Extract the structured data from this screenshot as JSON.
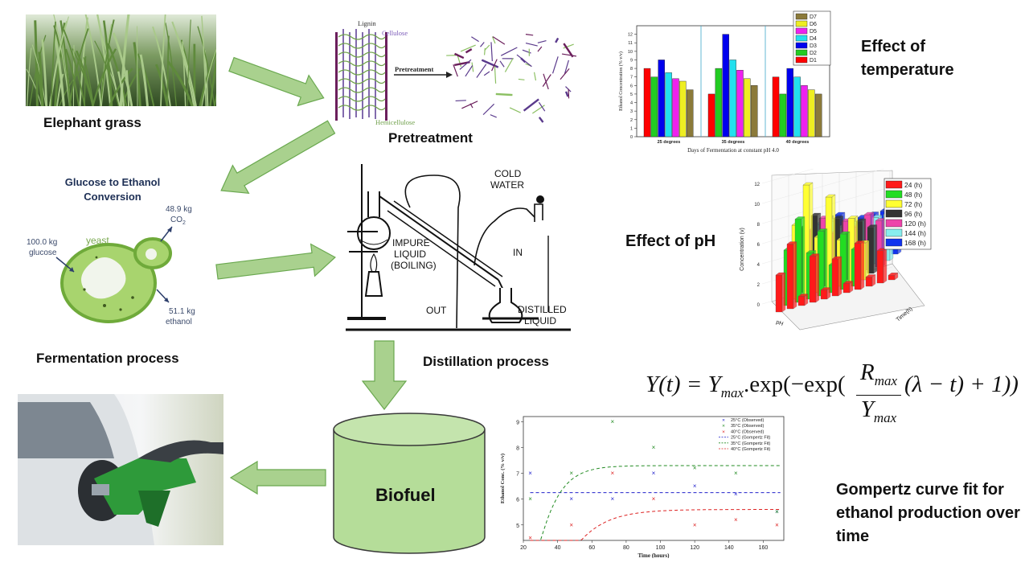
{
  "labels": {
    "elephant_grass": "Elephant grass",
    "pretreatment": "Pretreatment",
    "effect_temperature": "Effect of temperature",
    "fermentation": "Fermentation process",
    "distillation": "Distillation process",
    "effect_ph": "Effect of pH",
    "biofuel": "Biofuel",
    "gompertz": "Gompertz curve fit for ethanol production over time"
  },
  "equation": {
    "lhs": "Y(t) = Y",
    "sub_max": "max",
    "mid": ".exp(−exp(",
    "num": "R",
    "num_sub": "max",
    "den": "Y",
    "den_sub": "max",
    "tail": "(λ − t) + 1))"
  },
  "pretreatment_diagram": {
    "lignin": "Lignin",
    "cellulose": "Cellulose",
    "hemicellulose": "Hemicellulose",
    "arrow_label": "Pretreatment"
  },
  "fermentation_diagram": {
    "title_line1": "Glucose to Ethanol",
    "title_line2": "Conversion",
    "yeast": "yeast",
    "glucose_line1": "100.0 kg",
    "glucose_line2": "glucose",
    "co2_line1": "48.9 kg",
    "co2_line2": "CO",
    "co2_sub": "2",
    "ethanol_line1": "51.1 kg",
    "ethanol_line2": "ethanol"
  },
  "distillation_diagram": {
    "cold_water_1": "COLD",
    "cold_water_2": "WATER",
    "in": "IN",
    "out": "OUT",
    "impure_1": "IMPURE",
    "impure_2": "LIQUID",
    "impure_3": "(BOILING)",
    "distilled_1": "DISTILLED",
    "distilled_2": "LIQUID"
  },
  "colors": {
    "arrow_fill": "#a9d18e",
    "arrow_stroke": "#6aa84f",
    "cylinder_fill": "#b5dd99",
    "cylinder_stroke": "#3a3a3a"
  },
  "chart_data": [
    {
      "type": "bar",
      "xlabel": "Days of Fermentation at constant pH 4.0",
      "ylabel": "Ethanol Concentration (% v/v)",
      "categories": [
        "25 degrees",
        "35 degrees",
        "40 degrees"
      ],
      "ylim": [
        0,
        13
      ],
      "yticks": [
        0,
        1,
        2,
        3,
        4,
        5,
        6,
        7,
        8,
        9,
        10,
        11,
        12
      ],
      "legend_position": "top-right",
      "series": [
        {
          "name": "D1",
          "color": "#ff0000",
          "values": [
            8,
            5,
            7
          ]
        },
        {
          "name": "D2",
          "color": "#22cc22",
          "values": [
            7,
            8,
            5
          ]
        },
        {
          "name": "D3",
          "color": "#0000ee",
          "values": [
            9,
            12,
            8
          ]
        },
        {
          "name": "D4",
          "color": "#22e0ee",
          "values": [
            7.5,
            9,
            7
          ]
        },
        {
          "name": "D5",
          "color": "#ee22ee",
          "values": [
            6.8,
            7.8,
            6
          ]
        },
        {
          "name": "D6",
          "color": "#eeee22",
          "values": [
            6.5,
            6.8,
            5.5
          ]
        },
        {
          "name": "D7",
          "color": "#8b7a3a",
          "values": [
            5.5,
            6,
            5
          ]
        }
      ]
    },
    {
      "type": "bar",
      "ylabel": "Concentration (v)",
      "xlabel": "pH",
      "zlabel": "Time(h)",
      "ylim": [
        0,
        12
      ],
      "yticks": [
        0,
        2,
        4,
        6,
        8,
        10,
        12
      ],
      "legend_position": "top-right",
      "series": [
        {
          "name": "24 (h)",
          "color": "#ff1a1a",
          "values": [
            4,
            7,
            1,
            5,
            1,
            4,
            1,
            5,
            1,
            3.5,
            0.5
          ]
        },
        {
          "name": "48 (h)",
          "color": "#22dd22",
          "values": [
            6,
            9,
            5,
            7,
            3,
            6,
            4
          ]
        },
        {
          "name": "72 (h)",
          "color": "#ffff33",
          "values": [
            8,
            12,
            6,
            10,
            5,
            7,
            4
          ]
        },
        {
          "name": "96 (h)",
          "color": "#333333",
          "values": [
            7,
            8,
            6,
            7,
            5,
            6,
            5
          ]
        },
        {
          "name": "120 (h)",
          "color": "#ee44aa",
          "values": [
            6,
            7,
            5,
            6,
            5,
            6,
            5
          ]
        },
        {
          "name": "144 (h)",
          "color": "#88eeee",
          "values": [
            6,
            6,
            5,
            5,
            5,
            5,
            5
          ]
        },
        {
          "name": "168 (h)",
          "color": "#1133ee",
          "values": [
            6,
            6,
            5,
            5,
            5,
            5,
            5
          ]
        }
      ]
    },
    {
      "type": "scatter",
      "xlabel": "Time (hours)",
      "ylabel": "Ethanol Conc. (% v/v)",
      "xlim": [
        20,
        172
      ],
      "ylim": [
        4.4,
        9.2
      ],
      "xticks": [
        20,
        40,
        60,
        80,
        100,
        120,
        140,
        160
      ],
      "yticks": [
        5,
        6,
        7,
        8,
        9
      ],
      "legend_position": "top-right",
      "observed": [
        {
          "name": "25°C (Observed)",
          "color": "#2222cc",
          "x": [
            24,
            48,
            72,
            96,
            120,
            144,
            168
          ],
          "y": [
            7,
            6,
            6,
            7,
            6.5,
            6.2,
            5.5
          ]
        },
        {
          "name": "35°C (Observed)",
          "color": "#228b22",
          "x": [
            24,
            48,
            72,
            96,
            120,
            144,
            168
          ],
          "y": [
            6,
            7,
            9,
            8,
            7.2,
            7,
            5.5
          ]
        },
        {
          "name": "40°C (Observed)",
          "color": "#dd2222",
          "x": [
            24,
            48,
            72,
            96,
            120,
            144,
            168
          ],
          "y": [
            4.5,
            5,
            7,
            6,
            5,
            5.2,
            5
          ]
        }
      ],
      "fits": [
        {
          "name": "25°C (Gompertz Fit)",
          "color": "#2222cc",
          "ymax": 6.25,
          "rmax": 0.0,
          "lambda": 0,
          "flat": true
        },
        {
          "name": "35°C (Gompertz Fit)",
          "color": "#228b22",
          "ymax": 7.3,
          "rmax": 0.28,
          "lambda": 14
        },
        {
          "name": "40°C (Gompertz Fit)",
          "color": "#dd2222",
          "ymax": 5.6,
          "rmax": 0.14,
          "lambda": 18
        }
      ]
    }
  ]
}
